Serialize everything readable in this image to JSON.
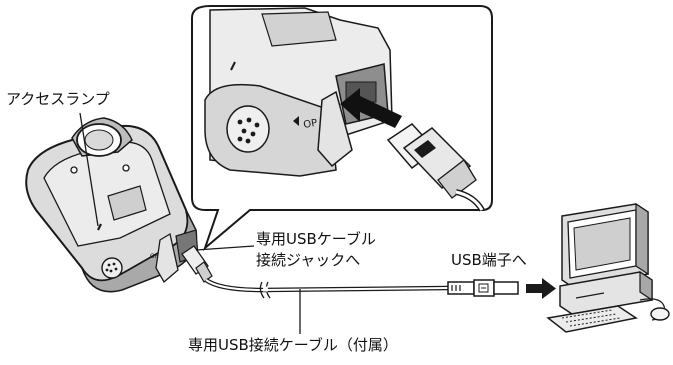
{
  "labels": {
    "access_lamp": "アクセスランプ",
    "jack_line1": "専用USBケーブル",
    "jack_line2": "接続ジャックへ",
    "usb_port": "USB端子へ",
    "cable": "専用USB接続ケーブル（付属）"
  },
  "device_markings": {
    "open_inset": "OP",
    "open_small": "OPI"
  },
  "colors": {
    "line": "#1a1a1a",
    "device_body": "#dcdcdc",
    "device_shade": "#9a9a9a",
    "background": "#ffffff"
  },
  "icons": {
    "arrow": "arrow-right-icon",
    "computer": "desktop-computer-icon",
    "usb_plug": "usb-plug-icon"
  }
}
